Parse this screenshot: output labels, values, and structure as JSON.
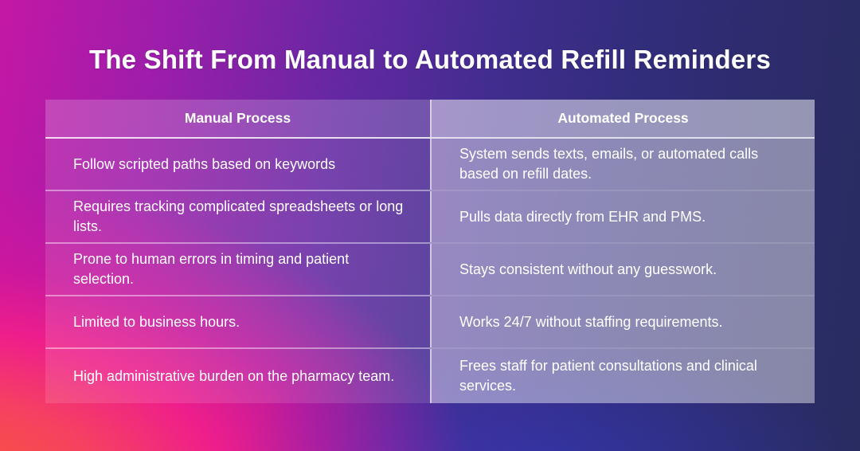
{
  "page": {
    "title": "The Shift From Manual to Automated Refill Reminders"
  },
  "table": {
    "headers": [
      "Manual Process",
      "Automated Process"
    ],
    "rows": [
      {
        "manual": "Follow scripted paths based on keywords",
        "automated": "System sends texts, emails, or automated calls based on refill dates."
      },
      {
        "manual": "Requires tracking complicated spreadsheets or long lists.",
        "automated": "Pulls data directly from EHR and PMS."
      },
      {
        "manual": "Prone to human errors in timing and patient selection.",
        "automated": "Stays consistent without any guesswork."
      },
      {
        "manual": "Limited to business hours.",
        "automated": "Works 24/7 without staffing requirements."
      },
      {
        "manual": "High administrative burden on the pharmacy team.",
        "automated": "Frees staff for patient consultations and clinical services."
      }
    ]
  },
  "colors": {
    "text": "#ffffff",
    "gradient_top_left": "#c216a2",
    "gradient_top_right": "#2e2a76",
    "gradient_bottom_left": "#f85a28",
    "gradient_bottom_right": "#262a5c",
    "manual_column_overlay": "rgba(255,255,255,0.12)",
    "automated_column_overlay": "rgba(255,255,255,0.44)"
  },
  "chart_data": {
    "type": "table",
    "title": "The Shift From Manual to Automated Refill Reminders",
    "columns": [
      "Manual Process",
      "Automated Process"
    ],
    "rows": [
      [
        "Follow scripted paths based on keywords",
        "System sends texts, emails, or automated calls based on refill dates."
      ],
      [
        "Requires tracking complicated spreadsheets or long lists.",
        "Pulls data directly from EHR and PMS."
      ],
      [
        "Prone to human errors in timing and patient selection.",
        "Stays consistent without any guesswork."
      ],
      [
        "Limited to business hours.",
        "Works 24/7 without staffing requirements."
      ],
      [
        "High administrative burden on the pharmacy team.",
        "Frees staff for patient consultations and clinical services."
      ]
    ],
    "layout": {
      "header_alignment": "center",
      "cell_alignment": "left",
      "grid": "horizontal white separators, single vertical column divider"
    }
  }
}
